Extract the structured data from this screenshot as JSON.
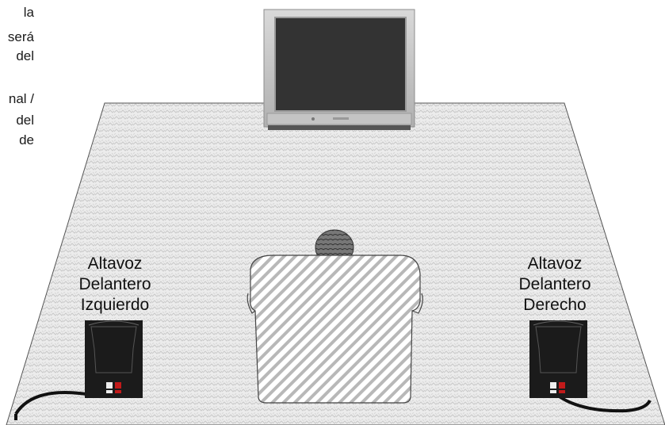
{
  "left_text_fragments": [
    "la",
    "será",
    "del",
    "nal /",
    "del",
    "de"
  ],
  "speakers": {
    "left": {
      "lines": [
        "Altavoz",
        "Delantero",
        "Izquierdo"
      ]
    },
    "right": {
      "lines": [
        "Altavoz",
        "Delantero",
        "Derecho"
      ]
    }
  },
  "colors": {
    "carpet": "#e6e6e6",
    "speaker_body": "#1b1b1b",
    "tv_frame": "#c8c8c8",
    "tv_screen": "#333333",
    "chair_stripe": "#b5b5b5"
  }
}
